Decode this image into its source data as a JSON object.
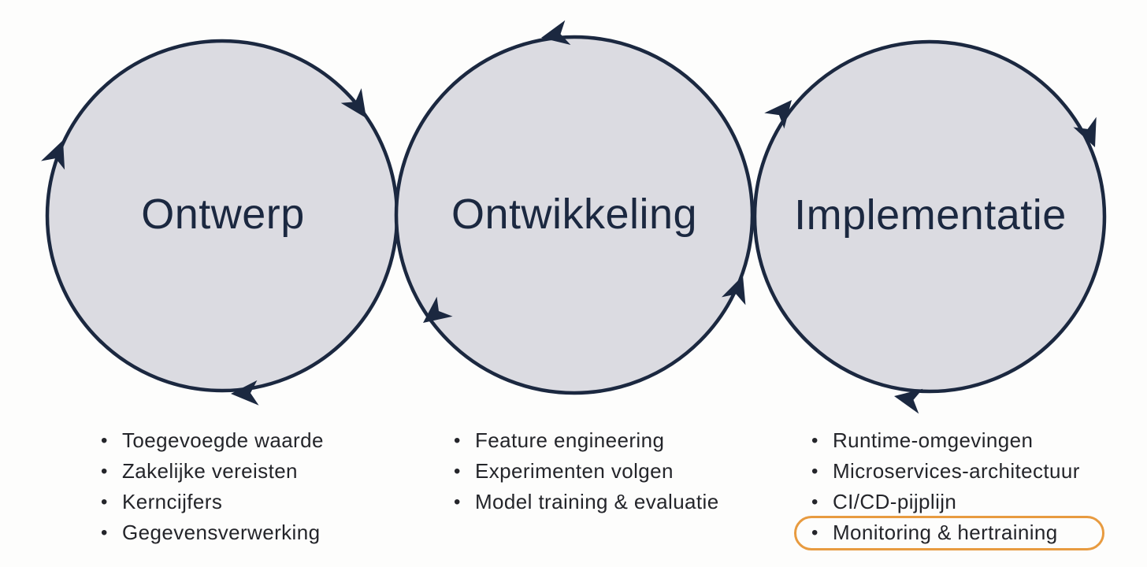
{
  "diagram": {
    "bullet": "•",
    "colors": {
      "background": "#fdfdfc",
      "circle_fill": "#dbdbe1",
      "line_and_title": "#1b2840",
      "list_text": "#24252a",
      "highlight_outline": "#e89b40"
    },
    "phases": [
      {
        "title": "Ontwerp",
        "rotation": "clockwise",
        "items": [
          "Toegevoegde waarde",
          "Zakelijke vereisten",
          "Kerncijfers",
          "Gegevensverwerking"
        ]
      },
      {
        "title": "Ontwikkeling",
        "rotation": "counter-clockwise",
        "items": [
          "Feature engineering",
          "Experimenten volgen",
          "Model training & evaluatie"
        ]
      },
      {
        "title": "Implementatie",
        "rotation": "clockwise",
        "items": [
          "Runtime-omgevingen",
          "Microservices-architectuur",
          "CI/CD-pijplijn",
          "Monitoring & hertraining"
        ],
        "highlighted_item": "Monitoring & hertraining"
      }
    ]
  }
}
